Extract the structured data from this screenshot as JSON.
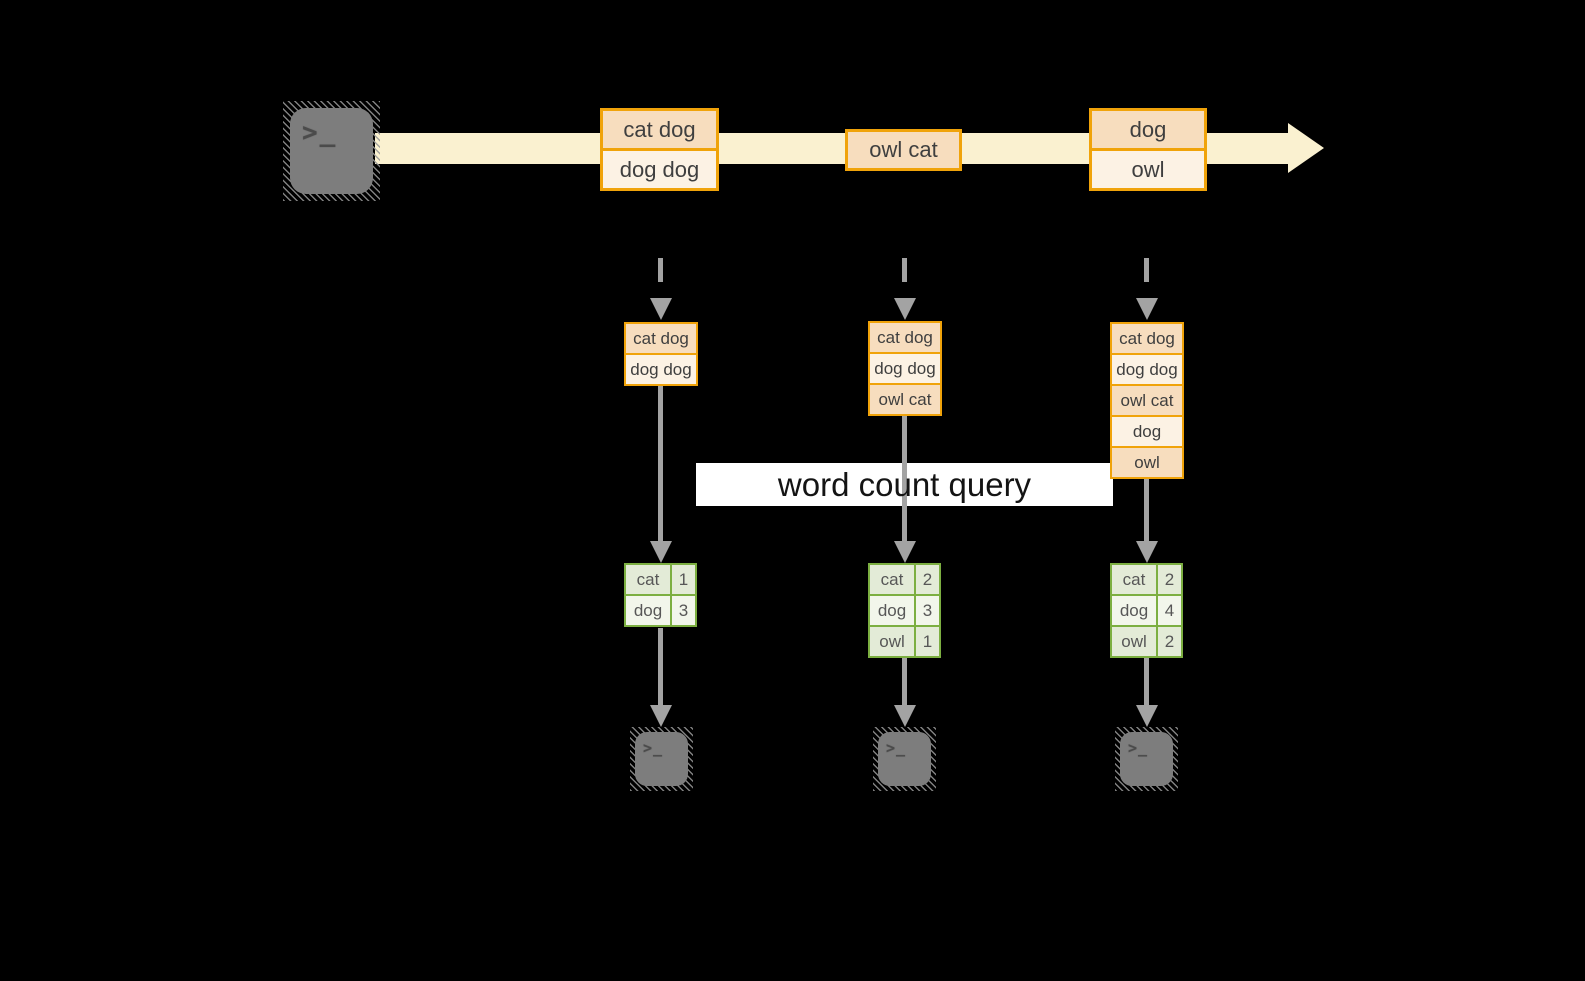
{
  "banner": {
    "label": "word count query"
  },
  "terminal": {
    "prompt": ">_"
  },
  "stream": {
    "events": [
      {
        "rows": [
          "cat dog",
          "dog dog"
        ]
      },
      {
        "rows": [
          "owl cat"
        ]
      },
      {
        "rows": [
          "dog",
          "owl"
        ]
      }
    ]
  },
  "buffers": [
    {
      "rows": [
        "cat dog",
        "dog dog"
      ]
    },
    {
      "rows": [
        "cat dog",
        "dog dog",
        "owl cat"
      ]
    },
    {
      "rows": [
        "cat dog",
        "dog dog",
        "owl cat",
        "dog",
        "owl"
      ]
    }
  ],
  "counts": [
    {
      "rows": [
        [
          "cat",
          "1"
        ],
        [
          "dog",
          "3"
        ]
      ]
    },
    {
      "rows": [
        [
          "cat",
          "2"
        ],
        [
          "dog",
          "3"
        ],
        [
          "owl",
          "1"
        ]
      ]
    },
    {
      "rows": [
        [
          "cat",
          "2"
        ],
        [
          "dog",
          "4"
        ],
        [
          "owl",
          "2"
        ]
      ]
    }
  ],
  "colors": {
    "background": "#000000",
    "stream_band": "#FAF1D0",
    "event_border": "#F0A30A",
    "event_fill_dark": "#F7DDBE",
    "event_fill_light": "#FCF2E4",
    "table_border": "#7CAF41",
    "table_fill_dark": "#E3EBD7",
    "table_fill_light": "#F2F6EB",
    "arrow_gray": "#A3A3A3",
    "terminal_gray": "#7D7D7D",
    "banner_bg": "#FFFFFF"
  }
}
